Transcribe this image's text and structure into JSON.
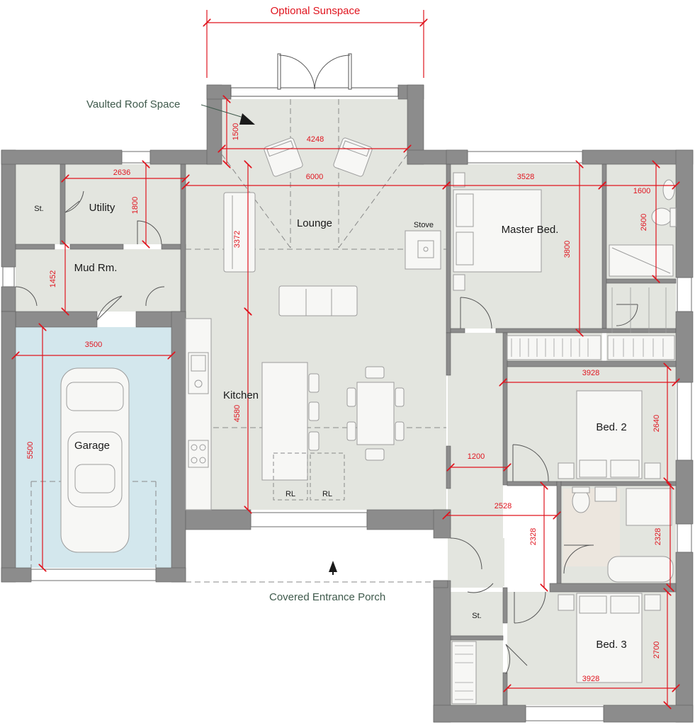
{
  "annotations": {
    "optional_sunspace": "Optional Sunspace",
    "vaulted_roof_space": "Vaulted Roof Space",
    "covered_entrance_porch": "Covered Entrance Porch",
    "stove": "Stove",
    "rl_left": "RL",
    "rl_right": "RL"
  },
  "rooms": {
    "store_top": "St.",
    "utility": "Utility",
    "mud_room": "Mud Rm.",
    "garage": "Garage",
    "lounge": "Lounge",
    "kitchen": "Kitchen",
    "master_bed": "Master Bed.",
    "bed2": "Bed. 2",
    "bed3": "Bed. 3",
    "store_bottom": "St."
  },
  "dimensions": {
    "sunspace_depth": "1500",
    "sunspace_width": "4248",
    "utility_width": "2636",
    "utility_depth": "1800",
    "lounge_width": "6000",
    "lounge_depth": "3372",
    "master_width": "3528",
    "master_depth": "3800",
    "ensuite_width": "1600",
    "ensuite_depth": "2600",
    "mud_depth": "1452",
    "garage_width": "3500",
    "garage_depth": "5500",
    "kitchen_depth": "4580",
    "bed2_width": "3928",
    "bed2_depth": "2640",
    "hall_width": "1200",
    "hall_depth": "2528",
    "bath_depth_left": "2328",
    "bath_depth_right": "2328",
    "bed3_width": "3928",
    "bed3_depth": "2700"
  },
  "colors": {
    "wall": "#8c8c8c",
    "floor": "#e3e5df",
    "garage_floor": "#d3e7ed",
    "bathroom_tile": "#ece6de",
    "dimension": "#e0141e",
    "note": "#3f5a4c"
  }
}
